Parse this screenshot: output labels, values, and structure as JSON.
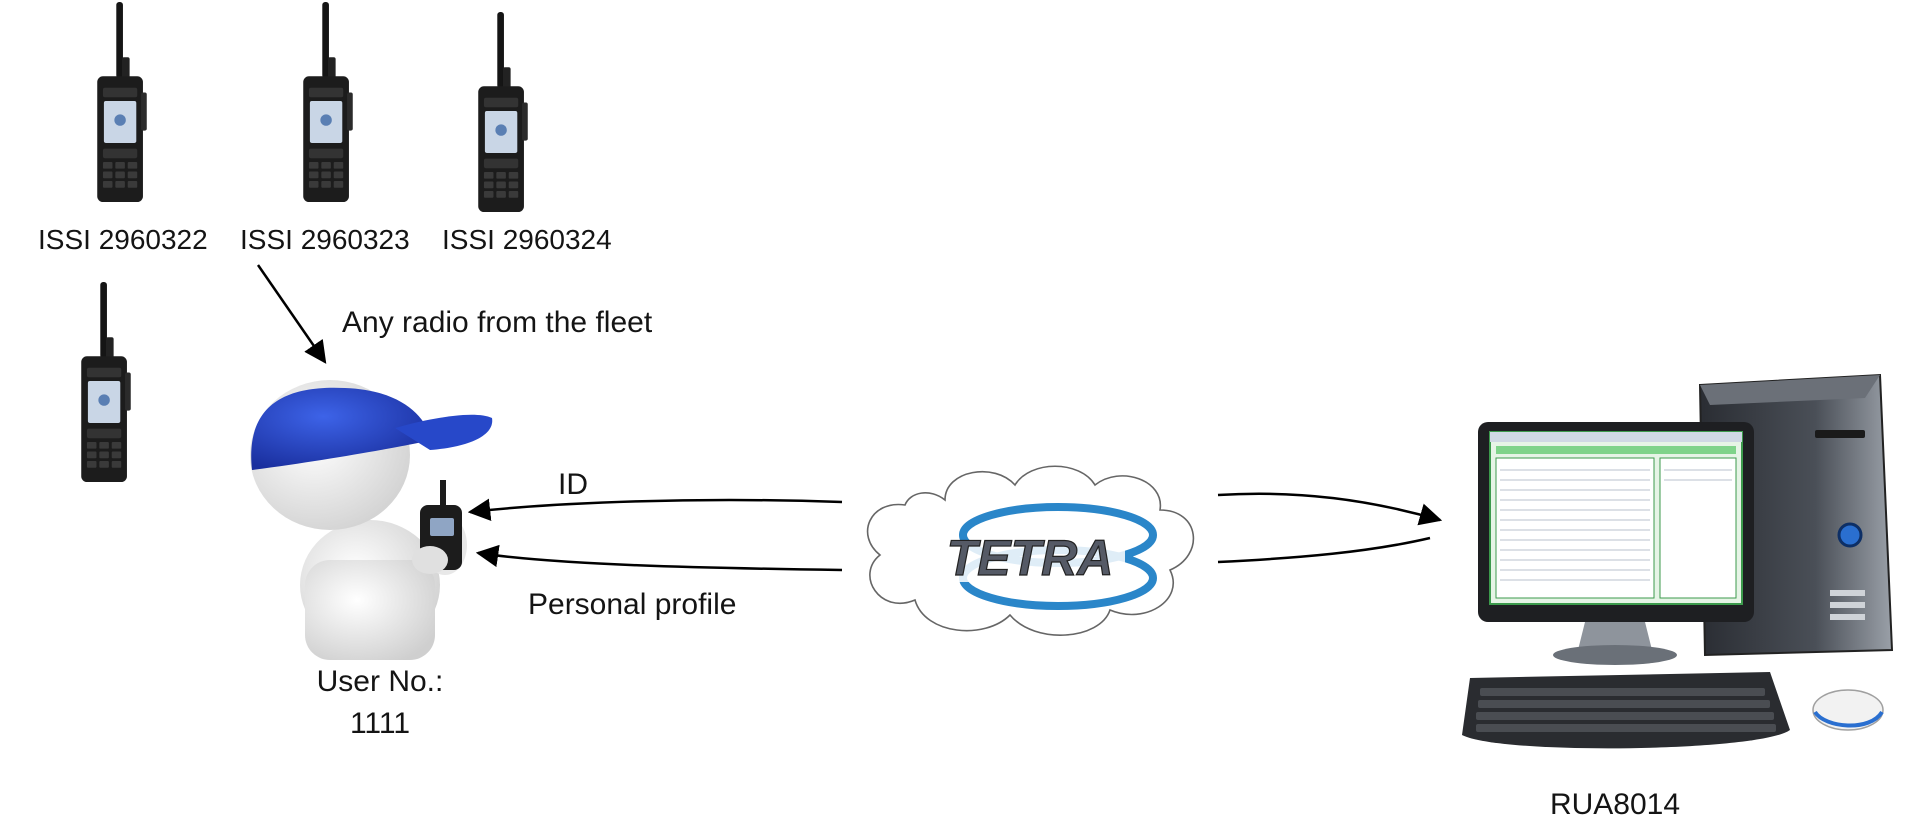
{
  "radios": [
    {
      "issi_label": "ISSI 2960322"
    },
    {
      "issi_label": "ISSI 2960323"
    },
    {
      "issi_label": "ISSI 2960324"
    }
  ],
  "fleet_label": "Any radio from the fleet",
  "user": {
    "line1": "User No.:",
    "line2": "1111"
  },
  "arrows": {
    "id_label": "ID",
    "profile_label": "Personal profile"
  },
  "network": {
    "logo_text": "TETRA"
  },
  "computer": {
    "label": "RUA8014"
  },
  "colors": {
    "cap_blue": "#1f3fbf",
    "tetra_blue": "#2a86c9",
    "screen_green": "#7fd38a",
    "radio_body": "#1c1c1c"
  }
}
